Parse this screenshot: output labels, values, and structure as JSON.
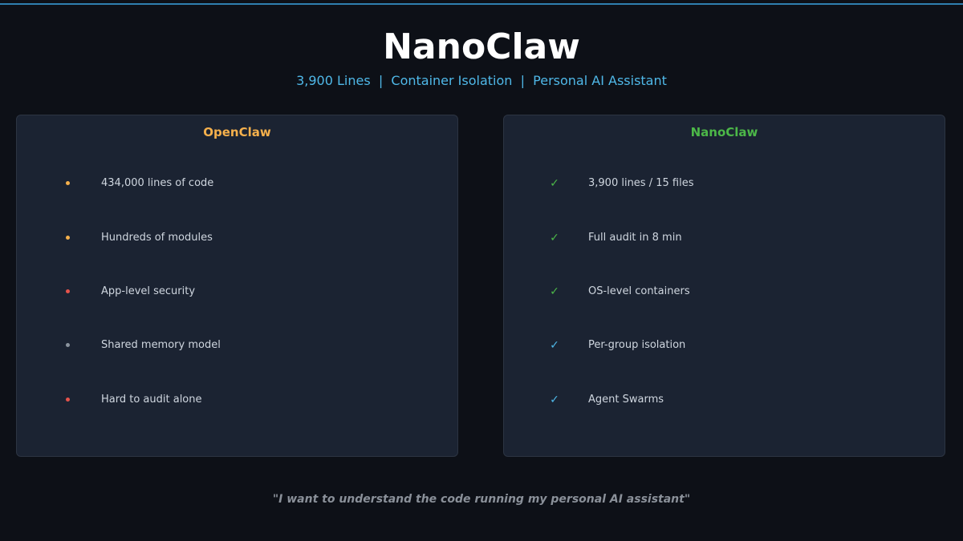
{
  "header": {
    "title": "NanoClaw",
    "subtitle": "3,900 Lines  |  Container Isolation  |  Personal AI Assistant",
    "accent_color": "#4fb8e8"
  },
  "openclaw": {
    "title": "OpenClaw",
    "title_color": "#f5b04c",
    "items": [
      {
        "label": "434,000 lines of code",
        "marker": "bullet",
        "color": "#f5b04c"
      },
      {
        "label": "Hundreds of modules",
        "marker": "bullet",
        "color": "#f5b04c"
      },
      {
        "label": "App-level security",
        "marker": "bullet",
        "color": "#e5534b"
      },
      {
        "label": "Shared memory model",
        "marker": "bullet",
        "color": "#8b949e"
      },
      {
        "label": "Hard to audit alone",
        "marker": "bullet",
        "color": "#e5534b"
      }
    ]
  },
  "nanoclaw": {
    "title": "NanoClaw",
    "title_color": "#4cb748",
    "items": [
      {
        "label": "3,900 lines / 15 files",
        "marker": "check",
        "symbol": "✓",
        "color": "#4cb748"
      },
      {
        "label": "Full audit in 8 min",
        "marker": "check",
        "symbol": "✓",
        "color": "#4cb748"
      },
      {
        "label": "OS-level containers",
        "marker": "check",
        "symbol": "✓",
        "color": "#4cb748"
      },
      {
        "label": "Per-group isolation",
        "marker": "check",
        "symbol": "✓",
        "color": "#4fb8e8"
      },
      {
        "label": "Agent Swarms",
        "marker": "check",
        "symbol": "✓",
        "color": "#4fb8e8"
      }
    ]
  },
  "footer": {
    "quote": "\"I want to understand the code running my personal AI assistant\""
  }
}
